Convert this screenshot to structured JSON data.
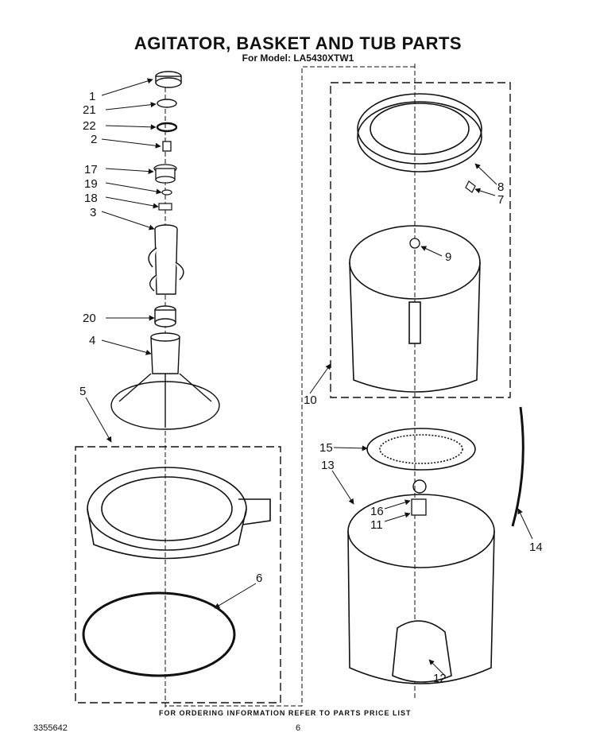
{
  "header": {
    "title": "AGITATOR, BASKET AND TUB PARTS",
    "model": "For Model: LA5430XTW1"
  },
  "footer": {
    "ordering_note": "FOR ORDERING INFORMATION REFER TO PARTS PRICE LIST",
    "document_number": "3355642",
    "page_number": "6"
  },
  "callouts": {
    "c1": "1",
    "c21": "21",
    "c22": "22",
    "c2": "2",
    "c17": "17",
    "c19": "19",
    "c18": "18",
    "c3": "3",
    "c20": "20",
    "c4": "4",
    "c5": "5",
    "c6": "6",
    "c8": "8",
    "c7": "7",
    "c9": "9",
    "c10": "10",
    "c15": "15",
    "c13": "13",
    "c16": "16",
    "c11": "11",
    "c14": "14",
    "c12": "12"
  }
}
